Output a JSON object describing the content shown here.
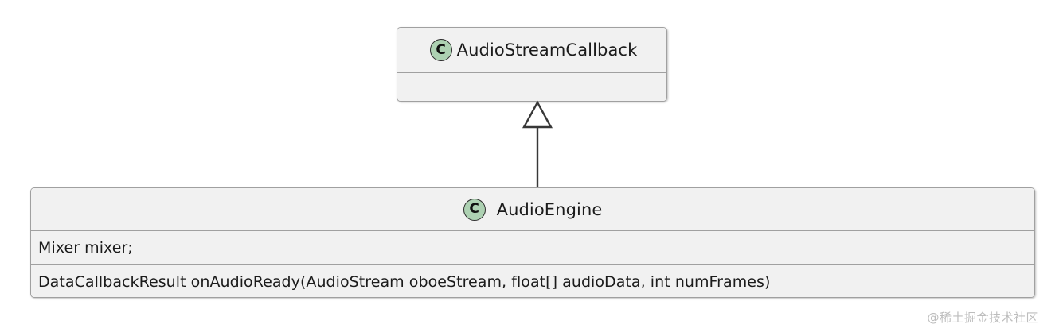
{
  "diagram": {
    "type": "uml-class-diagram",
    "background_color": "#ffffff",
    "classes": [
      {
        "id": "audiostreamcallback",
        "name": "AudioStreamCallback",
        "stereotype_icon": "class-circle-c-icon",
        "stereotype_letter": "C",
        "icon_fill": "#add1b2",
        "box_fill": "#f1f1f1",
        "border_color": "#a0a0a0",
        "title_align": "center",
        "attributes": [],
        "methods": []
      },
      {
        "id": "audioengine",
        "name": "AudioEngine",
        "stereotype_icon": "class-circle-c-icon",
        "stereotype_letter": "C",
        "icon_fill": "#add1b2",
        "box_fill": "#f1f1f1",
        "border_color": "#a0a0a0",
        "title_align": "center",
        "attributes": [
          "Mixer mixer;"
        ],
        "methods": [
          "DataCallbackResult onAudioReady(AudioStream oboeStream, float[] audioData, int numFrames)"
        ]
      }
    ],
    "relationships": [
      {
        "id": "generalization-audioengine-to-audiostreamcallback",
        "kind": "generalization",
        "arrow_head": "hollow-triangle",
        "line_style": "solid",
        "line_color": "#383838",
        "from": "AudioEngine",
        "to": "AudioStreamCallback"
      }
    ]
  },
  "watermark": {
    "text": "@稀土掘金技术社区",
    "color": "#bdbdbd"
  }
}
